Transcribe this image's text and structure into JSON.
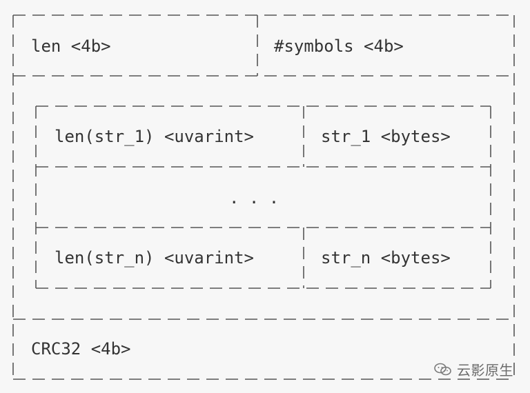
{
  "diagram": {
    "header": {
      "left": "len <4b>",
      "right": "#symbols <4b>"
    },
    "inner": {
      "rows": [
        {
          "left": "len(str_1) <uvarint>",
          "right": "str_1 <bytes>"
        },
        {
          "center": ". . ."
        },
        {
          "left": "len(str_n) <uvarint>",
          "right": "str_n <bytes>"
        }
      ]
    },
    "footer": {
      "label": "CRC32 <4b>"
    }
  },
  "watermark": {
    "icon": "wechat-icon",
    "text": "云影原生"
  }
}
